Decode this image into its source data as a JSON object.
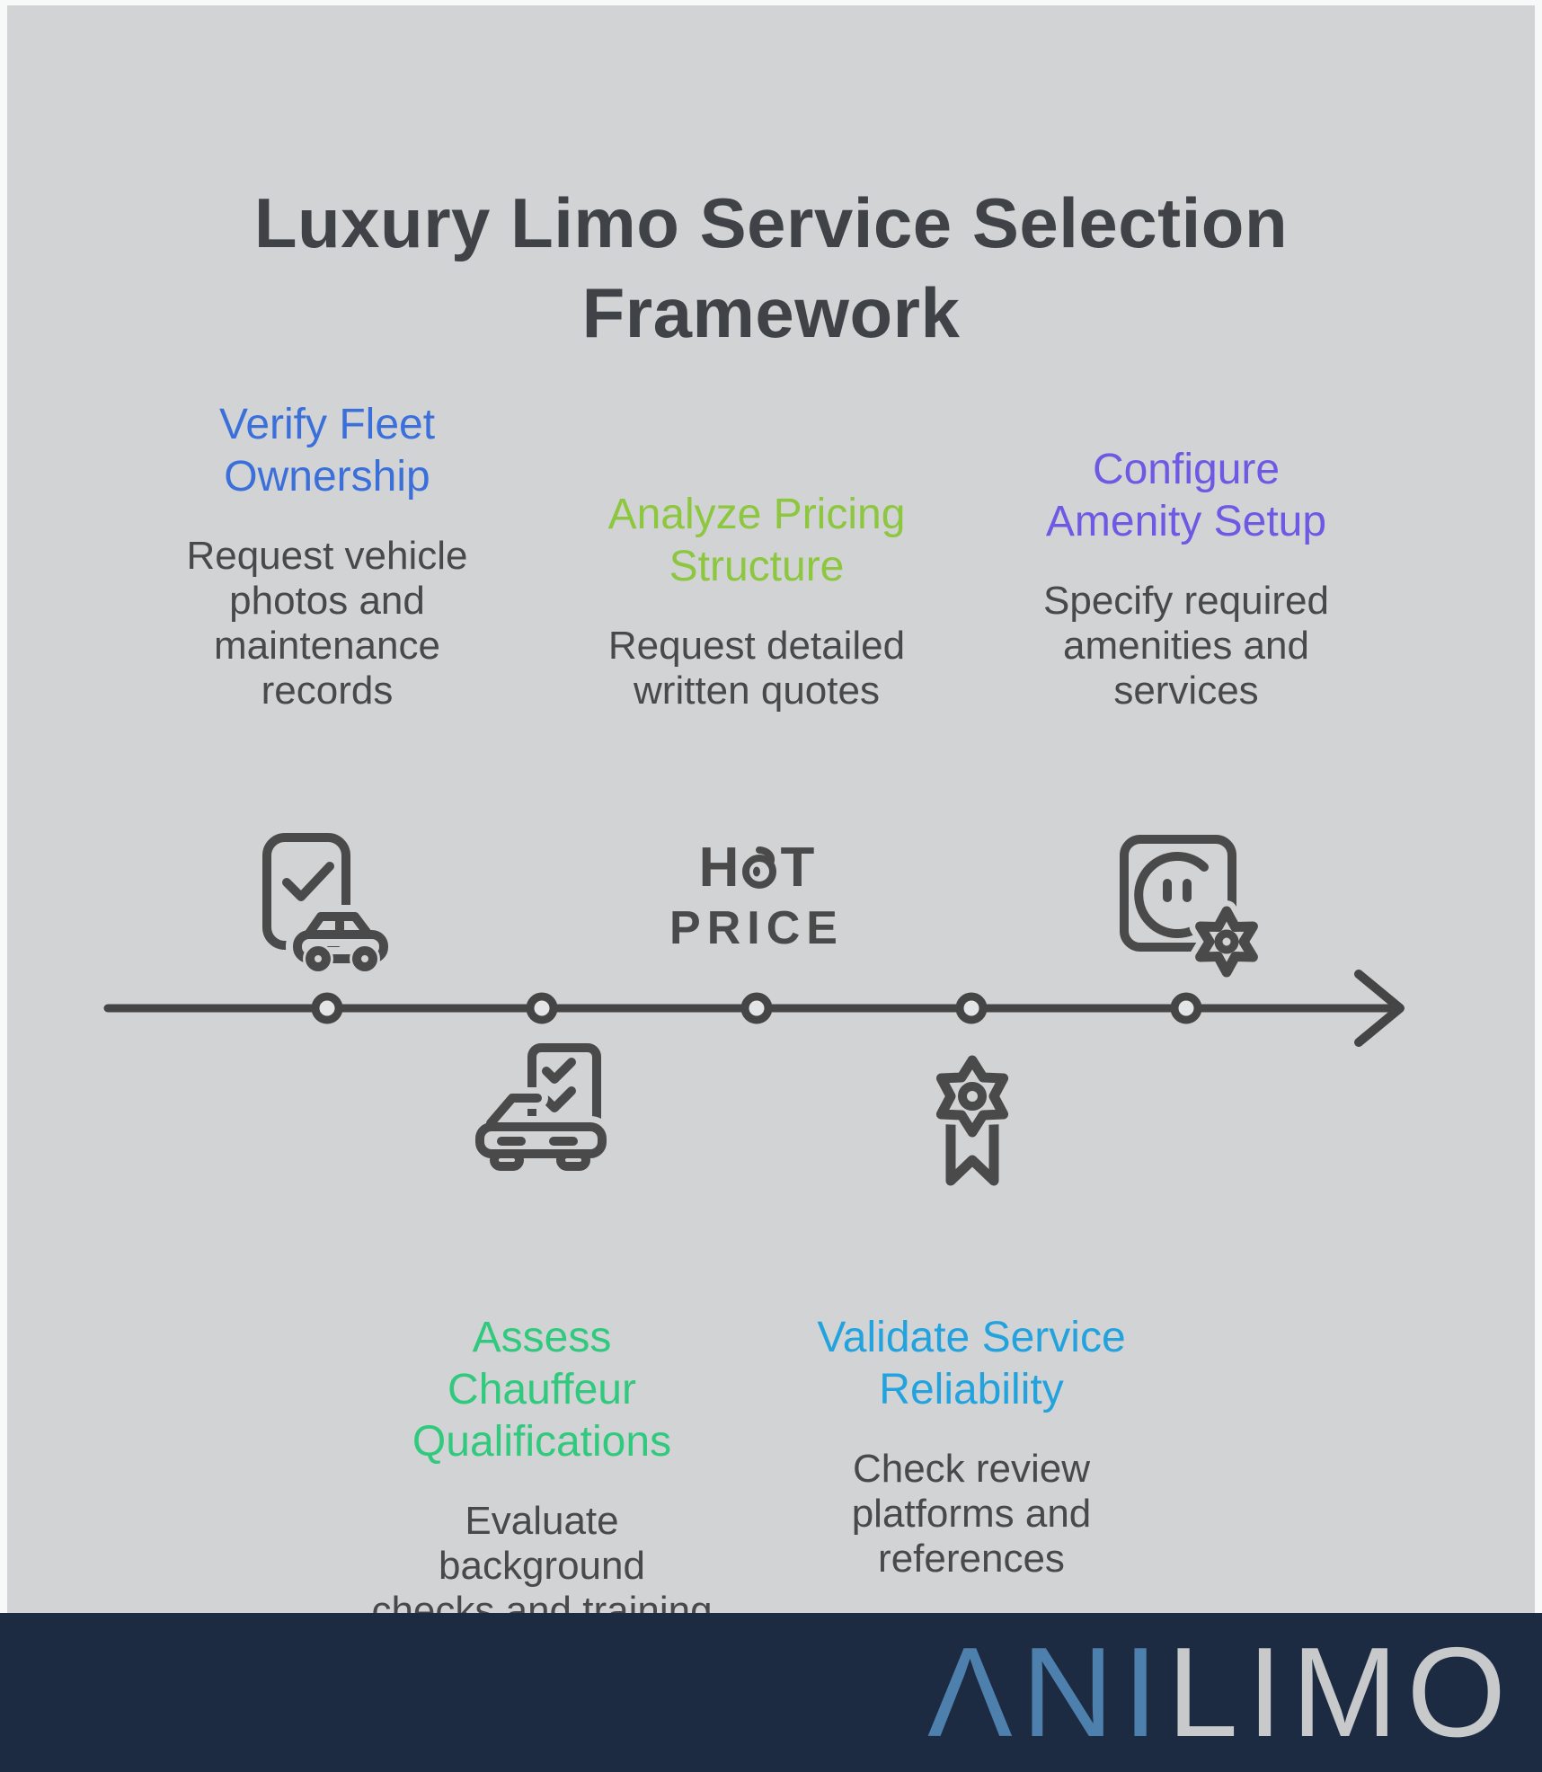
{
  "header": {
    "title": "Luxury Limo Service Selection\nFramework",
    "title_color": "#3f4347"
  },
  "steps": [
    {
      "label": "Verify Fleet\nOwnership",
      "description": "Request vehicle\nphotos and\nmaintenance\nrecords",
      "color": "#3b70db",
      "icon": "vehicle-verification",
      "position": "above"
    },
    {
      "label": "Assess\nChauffeur\nQualifications",
      "description": "Evaluate\nbackground\nchecks and training",
      "color": "#31c97d",
      "icon": "chauffeur-car-checklist",
      "position": "below"
    },
    {
      "label": "Analyze Pricing\nStructure",
      "description": "Request detailed\nwritten quotes",
      "color": "#8dc63f",
      "icon": "hot-price-badge",
      "position": "above"
    },
    {
      "label": "Validate Service\nReliability",
      "description": "Check review\nplatforms and\nreferences",
      "color": "#23a3de",
      "icon": "award-ribbon",
      "position": "below"
    },
    {
      "label": "Configure\nAmenity Setup",
      "description": "Specify required\namenities and\nservices",
      "color": "#6d5ae4",
      "icon": "outlet-gear",
      "position": "above"
    }
  ],
  "hot_price": {
    "h": "H",
    "t": "T",
    "price": "PRICE"
  },
  "footer": {
    "brand_accent": "ΛNI",
    "brand_rest": "LIMO",
    "accent_color": "#4e80ae",
    "rest_color": "#c7c9cb"
  },
  "theme": {
    "background": "#d2d3d4",
    "page_border": "#f7f9f9",
    "footer_background": "#1d2b42",
    "body_text": "#47494b",
    "icon_stroke": "#4a4a4a",
    "timeline": "#454545"
  }
}
